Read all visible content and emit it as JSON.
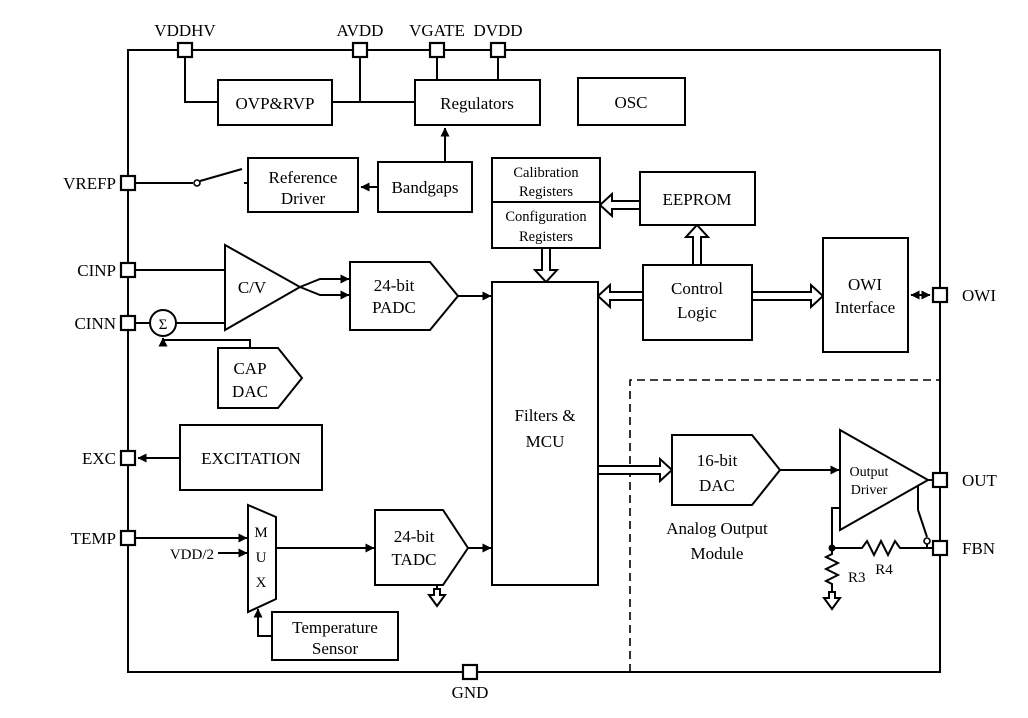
{
  "diagram": {
    "pins": {
      "vddhv": "VDDHV",
      "avdd": "AVDD",
      "vgate": "VGATE",
      "dvdd": "DVDD",
      "vrefp": "VREFP",
      "cinp": "CINP",
      "cinn": "CINN",
      "exc": "EXC",
      "temp": "TEMP",
      "owi": "OWI",
      "out": "OUT",
      "fbn": "FBN",
      "gnd": "GND"
    },
    "blocks": {
      "ovp_rvp": "OVP&RVP",
      "regulators": "Regulators",
      "osc": "OSC",
      "reference_driver": [
        "Reference",
        "Driver"
      ],
      "bandgaps": "Bandgaps",
      "calibration_registers": [
        "Calibration",
        "Registers"
      ],
      "configuration_registers": [
        "Configuration",
        "Registers"
      ],
      "eeprom": "EEPROM",
      "cv_amplifier": "C/V",
      "summing_node": "Σ",
      "padc": [
        "24-bit",
        "PADC"
      ],
      "cap_dac": [
        "CAP",
        "DAC"
      ],
      "filters_mcu": [
        "Filters &",
        "MCU"
      ],
      "control_logic": [
        "Control",
        "Logic"
      ],
      "owi_interface": [
        "OWI",
        "Interface"
      ],
      "excitation": "EXCITATION",
      "mux": [
        "M",
        "U",
        "X"
      ],
      "vdd_half": "VDD/2",
      "tadc": [
        "24-bit",
        "TADC"
      ],
      "temperature_sensor": [
        "Temperature",
        "Sensor"
      ],
      "dac_16bit": [
        "16-bit",
        "DAC"
      ],
      "output_driver": [
        "Output",
        "Driver"
      ],
      "analog_output_module": [
        "Analog Output",
        "Module"
      ],
      "r3": "R3",
      "r4": "R4"
    }
  }
}
